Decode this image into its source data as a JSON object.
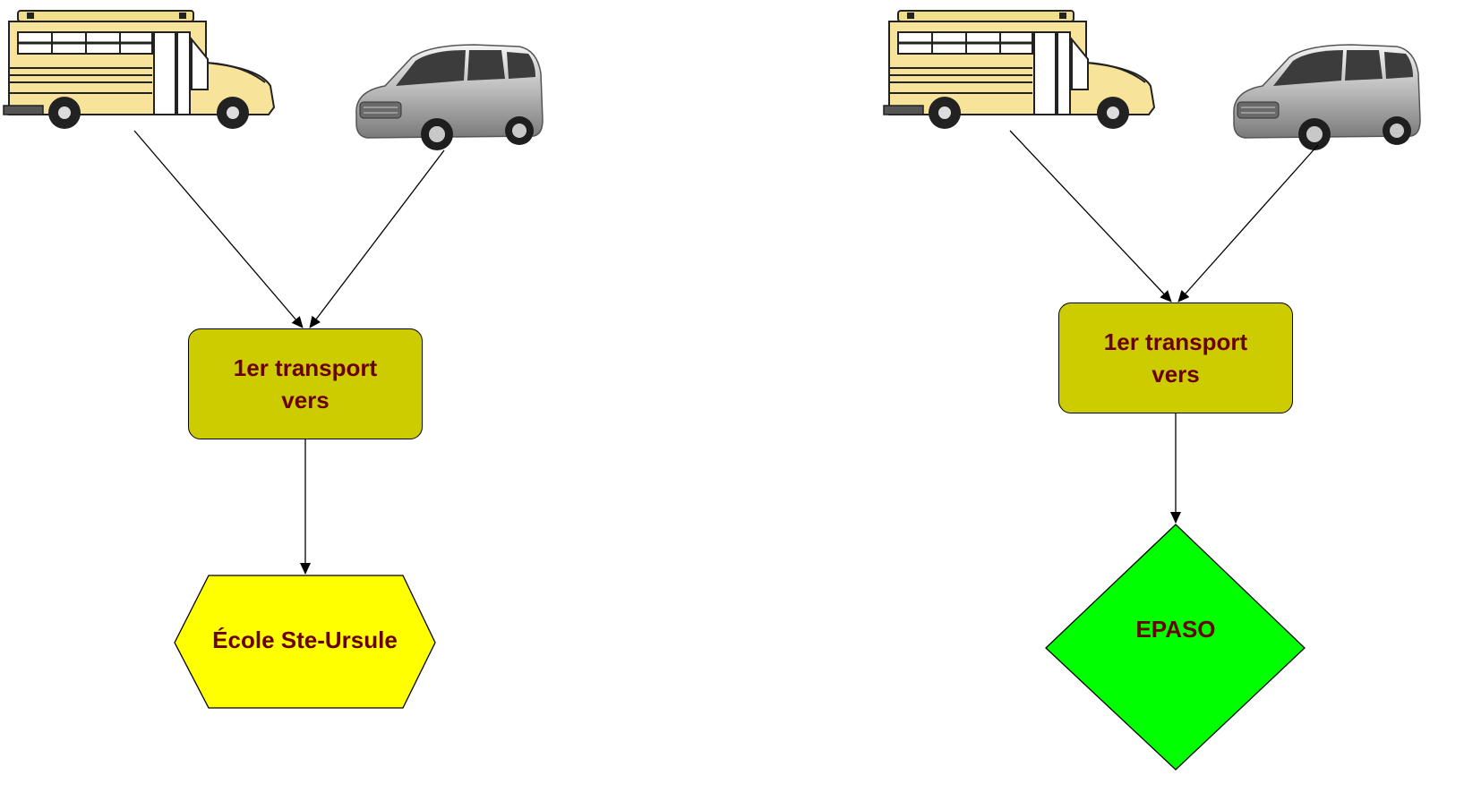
{
  "left_flow": {
    "box_line1": "1er transport",
    "box_line2": "vers",
    "box_color": "#cccc00",
    "destination": "École Ste-Ursule",
    "destination_shape": "hexagon",
    "destination_color": "#ffff00"
  },
  "right_flow": {
    "box_line1": "1er transport",
    "box_line2": "vers",
    "box_color": "#cccc00",
    "destination": "EPASO",
    "destination_shape": "diamond",
    "destination_color": "#00ff00"
  },
  "vehicles": [
    "school-bus-icon",
    "minivan-icon"
  ],
  "text_color": "#6b0000"
}
